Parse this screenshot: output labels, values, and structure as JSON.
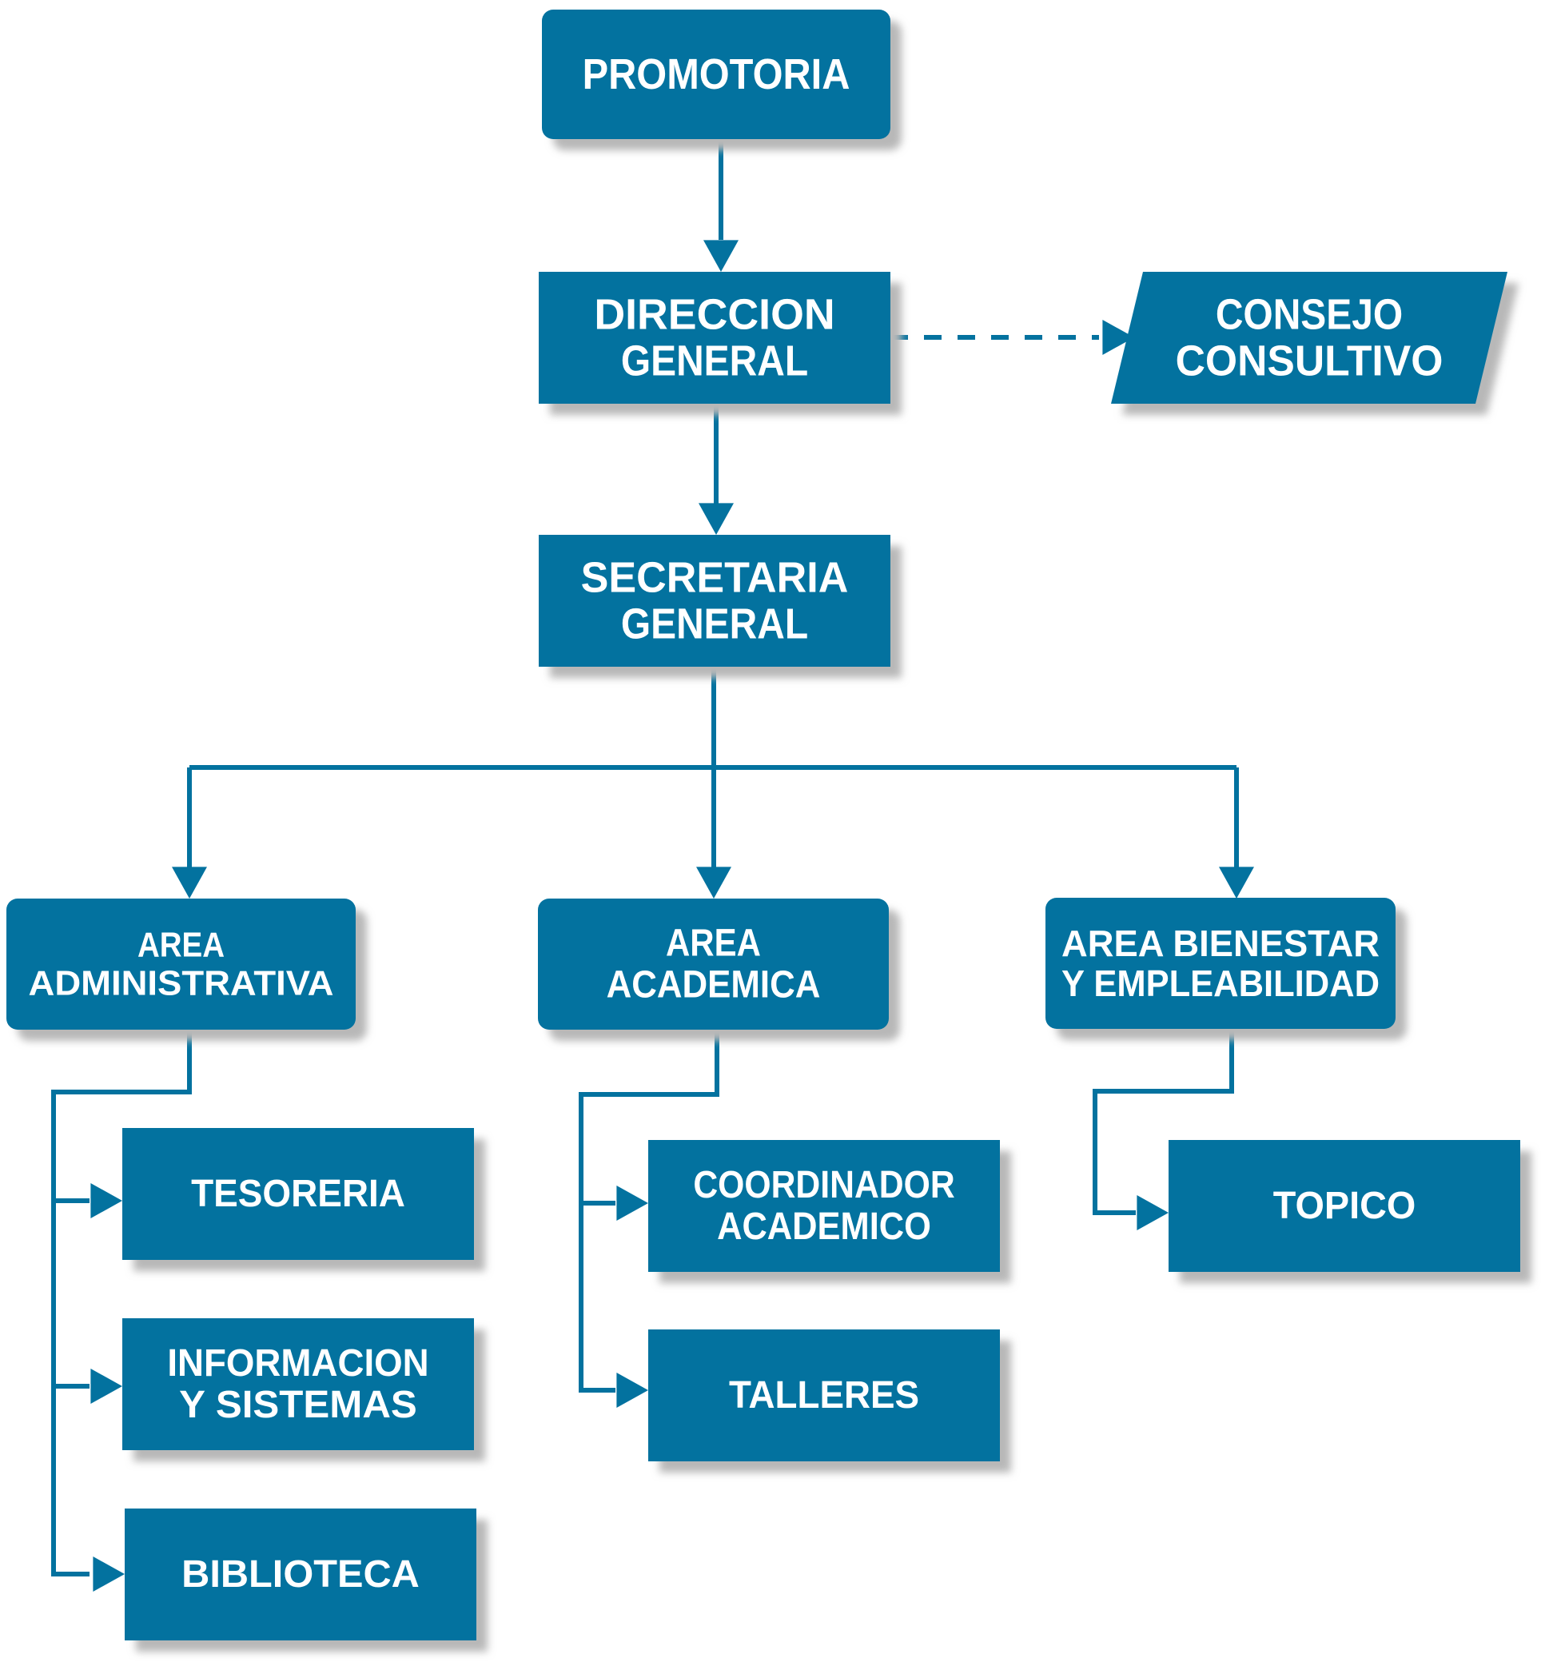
{
  "colors": {
    "box": "#03729f",
    "line": "#03729f",
    "shadow": "#b8b8b8",
    "text": "#ffffff",
    "background": "#ffffff"
  },
  "nodes": {
    "promotoria": [
      "PROMOTORIA"
    ],
    "direccion_general": [
      "DIRECCION",
      "GENERAL"
    ],
    "consejo_consultivo": [
      "CONSEJO",
      "CONSULTIVO"
    ],
    "secretaria_general": [
      "SECRETARIA",
      "GENERAL"
    ],
    "area_administrativa": [
      "AREA",
      "ADMINISTRATIVA"
    ],
    "area_academica": [
      "AREA",
      "ACADEMICA"
    ],
    "area_bienestar": [
      "AREA BIENESTAR",
      "Y EMPLEABILIDAD"
    ],
    "tesoreria": [
      "TESORERIA"
    ],
    "informacion_sistemas": [
      "INFORMACION",
      "Y SISTEMAS"
    ],
    "biblioteca": [
      "BIBLIOTECA"
    ],
    "coordinador_academico": [
      "COORDINADOR",
      "ACADEMICO"
    ],
    "talleres": [
      "TALLERES"
    ],
    "topico": [
      "TOPICO"
    ]
  },
  "edges": [
    {
      "from": "promotoria",
      "to": "direccion_general",
      "style": "solid"
    },
    {
      "from": "direccion_general",
      "to": "consejo_consultivo",
      "style": "dashed"
    },
    {
      "from": "direccion_general",
      "to": "secretaria_general",
      "style": "solid"
    },
    {
      "from": "secretaria_general",
      "to": "area_administrativa",
      "style": "solid"
    },
    {
      "from": "secretaria_general",
      "to": "area_academica",
      "style": "solid"
    },
    {
      "from": "secretaria_general",
      "to": "area_bienestar",
      "style": "solid"
    },
    {
      "from": "area_administrativa",
      "to": "tesoreria",
      "style": "solid"
    },
    {
      "from": "area_administrativa",
      "to": "informacion_sistemas",
      "style": "solid"
    },
    {
      "from": "area_administrativa",
      "to": "biblioteca",
      "style": "solid"
    },
    {
      "from": "area_academica",
      "to": "coordinador_academico",
      "style": "solid"
    },
    {
      "from": "area_academica",
      "to": "talleres",
      "style": "solid"
    },
    {
      "from": "area_bienestar",
      "to": "topico",
      "style": "solid"
    }
  ]
}
